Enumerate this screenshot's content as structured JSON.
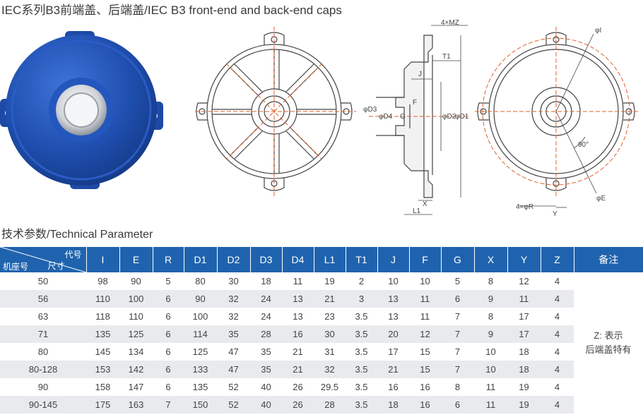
{
  "title": "IEC系列B3前端盖、后端盖/IEC B3 front-end and back-end caps",
  "subtitle": "技术参数/Technical Parameter",
  "drawing_labels": {
    "hole_count_mz": "4×MZ",
    "t1": "T1",
    "j": "J",
    "f": "F",
    "g": "G",
    "d3": "φD3",
    "d4": "φD4",
    "d2": "φD2",
    "d1": "φD1",
    "x": "X",
    "l1": "L1",
    "i": "φI",
    "angle": "90°",
    "e": "φE",
    "r": "4×φR",
    "y": "Y"
  },
  "table": {
    "corner_code": "代号",
    "corner_size": "尺寸",
    "corner_frame": "机座号",
    "columns": [
      "I",
      "E",
      "R",
      "D1",
      "D2",
      "D3",
      "D4",
      "L1",
      "T1",
      "J",
      "F",
      "G",
      "X",
      "Y",
      "Z"
    ],
    "note_header": "备注",
    "note_text_1": "Z: 表示",
    "note_text_2": "后端盖特有",
    "rows": [
      {
        "frame": "50",
        "values": [
          "98",
          "90",
          "5",
          "80",
          "30",
          "18",
          "11",
          "19",
          "2",
          "10",
          "10",
          "5",
          "8",
          "12",
          "4"
        ]
      },
      {
        "frame": "56",
        "values": [
          "110",
          "100",
          "6",
          "90",
          "32",
          "24",
          "13",
          "21",
          "3",
          "13",
          "11",
          "6",
          "9",
          "11",
          "4"
        ]
      },
      {
        "frame": "63",
        "values": [
          "118",
          "110",
          "6",
          "100",
          "32",
          "24",
          "13",
          "23",
          "3.5",
          "13",
          "11",
          "7",
          "8",
          "17",
          "4"
        ]
      },
      {
        "frame": "71",
        "values": [
          "135",
          "125",
          "6",
          "114",
          "35",
          "28",
          "16",
          "30",
          "3.5",
          "20",
          "12",
          "7",
          "9",
          "17",
          "4"
        ]
      },
      {
        "frame": "80",
        "values": [
          "145",
          "134",
          "6",
          "125",
          "47",
          "35",
          "21",
          "31",
          "3.5",
          "17",
          "15",
          "7",
          "10",
          "18",
          "4"
        ]
      },
      {
        "frame": "80-128",
        "values": [
          "153",
          "142",
          "6",
          "133",
          "47",
          "35",
          "21",
          "32",
          "3.5",
          "21",
          "15",
          "7",
          "10",
          "18",
          "4"
        ]
      },
      {
        "frame": "90",
        "values": [
          "158",
          "147",
          "6",
          "135",
          "52",
          "40",
          "26",
          "29.5",
          "3.5",
          "16",
          "16",
          "8",
          "11",
          "19",
          "4"
        ]
      },
      {
        "frame": "90-145",
        "values": [
          "175",
          "163",
          "7",
          "150",
          "52",
          "40",
          "26",
          "28",
          "3.5",
          "18",
          "16",
          "6",
          "11",
          "19",
          "4"
        ]
      }
    ]
  },
  "colors": {
    "header_blue": "#1f63ae",
    "stripe": "#e8eaed",
    "cap_blue": "#1f4fb0",
    "dim_orange": "#e0622a"
  }
}
